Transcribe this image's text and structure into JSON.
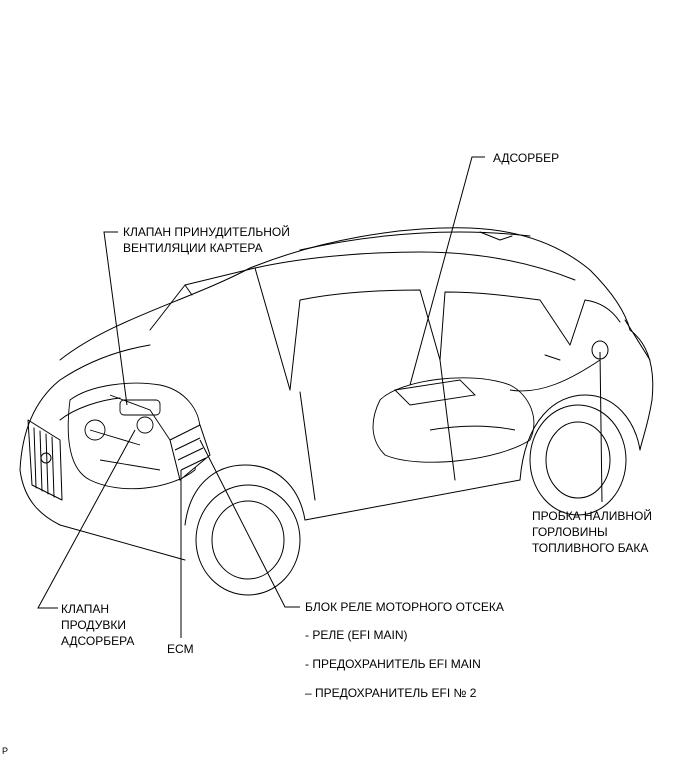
{
  "labels": {
    "adsorber": "АДСОРБЕР",
    "pcv_line1": "КЛАПАН ПРИНУДИТЕЛЬНОЙ",
    "pcv_line2": "ВЕНТИЛЯЦИИ КАРТЕРА",
    "fuel_cap_line1": "ПРОБКА НАЛИВНОЙ",
    "fuel_cap_line2": "ГОРЛОВИНЫ",
    "fuel_cap_line3": "ТОПЛИВНОГО БАКА",
    "purge_line1": "КЛАПАН",
    "purge_line2": "ПРОДУВКИ",
    "purge_line3": "АДСОРБЕРА",
    "ecm": "ECM",
    "relay_block": "БЛОК РЕЛЕ МОТОРНОГО ОТСЕКА",
    "relay_item1": "- РЕЛЕ (EFI MAIN)",
    "relay_item2": "- ПРЕДОХРАНИТЕЛЬ EFI MAIN",
    "relay_item3": "– ПРЕДОХРАНИТЕЛЬ EFI № 2",
    "corner_mark": "P"
  }
}
